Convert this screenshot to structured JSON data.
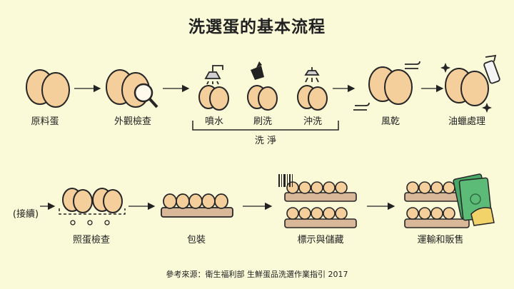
{
  "title": "洗選蛋的基本流程",
  "row1_steps": [
    "原料蛋",
    "外觀檢查",
    "噴水",
    "刷洗",
    "沖洗",
    "風乾",
    "油蠟處理"
  ],
  "wash_group_label": "洗 淨",
  "continue_label": "(接續)",
  "row2_steps": [
    "照蛋檢查",
    "包裝",
    "標示與儲藏",
    "運輸和販售"
  ],
  "source": "參考來源：衛生福利部 生鮮蛋品洗選作業指引 2017",
  "colors": {
    "background": "#fafad9",
    "egg_fill": "#f4cf9c",
    "egg_outline": "#262626",
    "money_green": "#48a866",
    "tray_fill": "#d9b89a",
    "glove_fill": "#f1d36a"
  },
  "icons": [
    "egg-pair-icon",
    "magnifier-icon",
    "shower-icon",
    "brush-icon",
    "sprinkler-icon",
    "wind-icon",
    "spray-bottle-icon",
    "candling-lights-icon",
    "egg-carton-icon",
    "barcode-icon",
    "cash-icon",
    "arrow-icon"
  ]
}
